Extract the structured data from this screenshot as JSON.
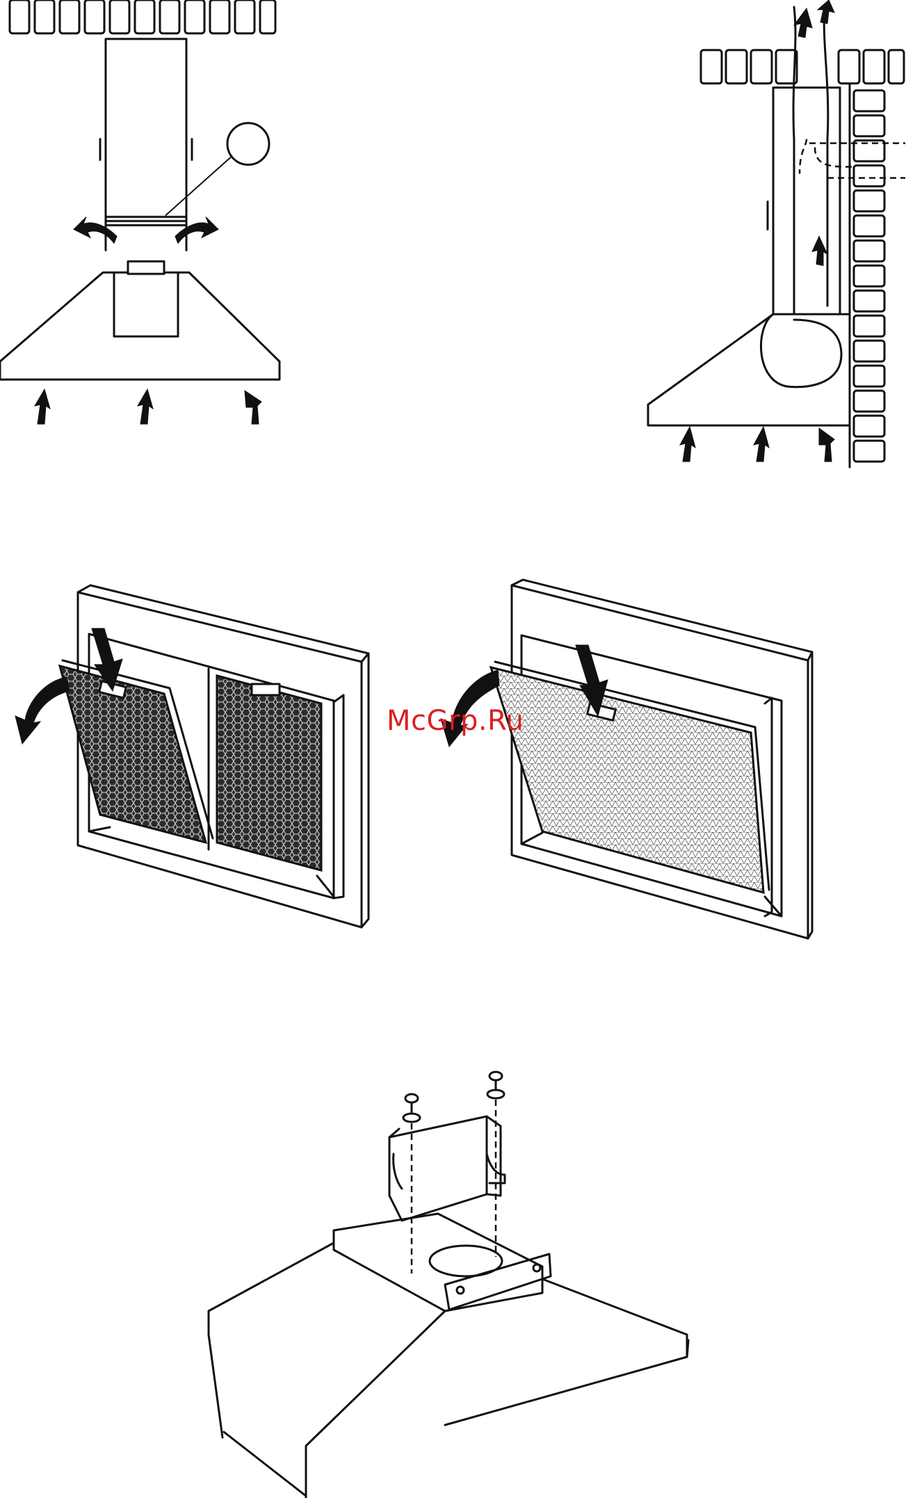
{
  "watermark": {
    "text": "McGrp.Ru",
    "color": "#d92020"
  },
  "colors": {
    "line": "#111111",
    "background": "#ffffff"
  },
  "figures": [
    {
      "name": "recirculation-hood-airflow",
      "icons": [
        "brick-ceiling",
        "up-arrow",
        "out-arrow"
      ]
    },
    {
      "name": "extraction-hood-airflow",
      "icons": [
        "brick-ceiling",
        "brick-wall",
        "up-arrow"
      ]
    },
    {
      "name": "dual-grease-filter-removal",
      "icons": [
        "curved-arrow",
        "push-down-arrow"
      ]
    },
    {
      "name": "single-grease-filter-removal",
      "icons": [
        "curved-arrow",
        "push-down-arrow"
      ]
    },
    {
      "name": "chimney-bracket-assembly",
      "icons": [
        "screw",
        "washer"
      ]
    }
  ]
}
